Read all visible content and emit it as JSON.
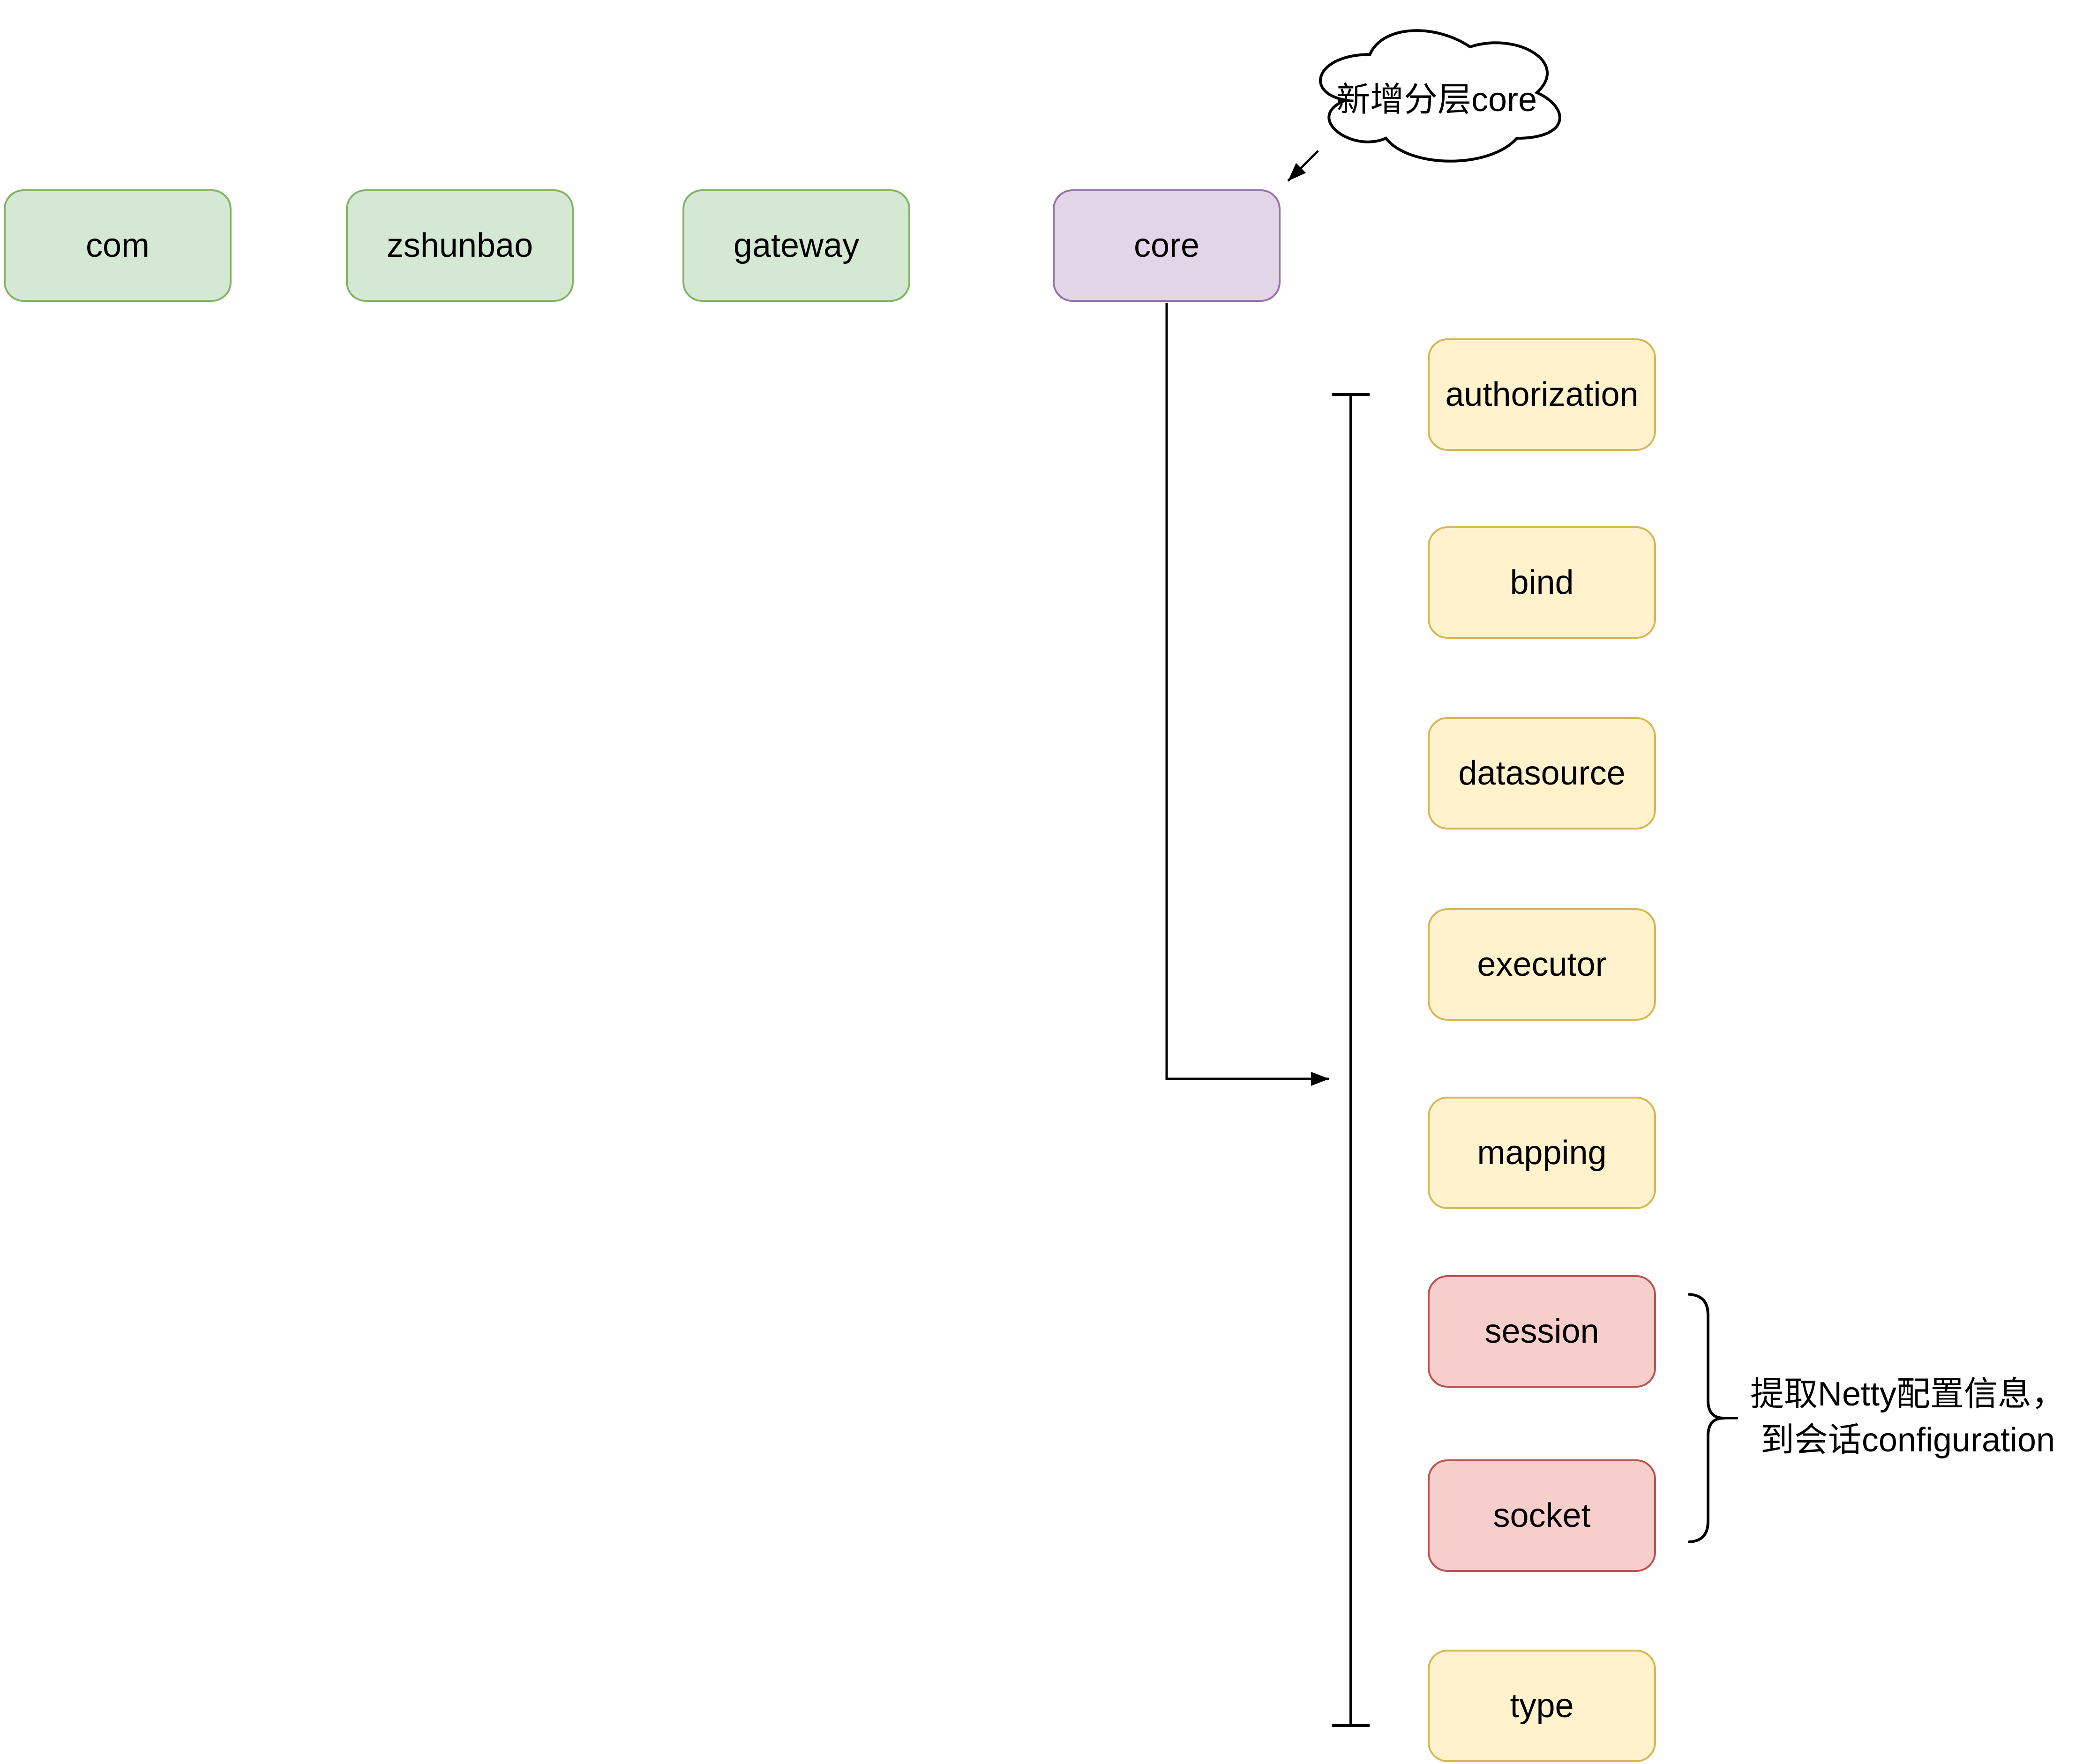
{
  "canvas": {
    "background": "#ffffff"
  },
  "colors": {
    "line": "#000000",
    "text": "#000000",
    "green_fill": "#d5e8d4",
    "green_stroke": "#82b366",
    "purple_fill": "#e1d5e7",
    "purple_stroke": "#9673a6",
    "yellow_fill": "#fff2cc",
    "yellow_stroke": "#d6b656",
    "red_fill": "#f8cecc",
    "red_stroke": "#b85450"
  },
  "cloud": {
    "label": "新增分层core"
  },
  "packages": [
    {
      "label": "com",
      "color": "green"
    },
    {
      "label": "zshunbao",
      "color": "green"
    },
    {
      "label": "gateway",
      "color": "green"
    },
    {
      "label": "core",
      "color": "purple"
    }
  ],
  "core_children": [
    {
      "label": "authorization",
      "color": "yellow"
    },
    {
      "label": "bind",
      "color": "yellow"
    },
    {
      "label": "datasource",
      "color": "yellow"
    },
    {
      "label": "executor",
      "color": "yellow"
    },
    {
      "label": "mapping",
      "color": "yellow"
    },
    {
      "label": "session",
      "color": "red"
    },
    {
      "label": "socket",
      "color": "red"
    },
    {
      "label": "type",
      "color": "yellow"
    }
  ],
  "annotation": {
    "line1": "提取Netty配置信息，",
    "line2": "到会话configuration"
  }
}
